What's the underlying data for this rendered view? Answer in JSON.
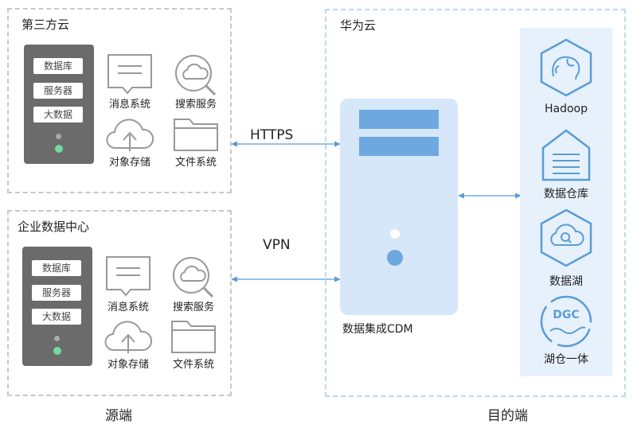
{
  "source": {
    "third_party": {
      "title": "第三方云",
      "server_items": [
        "数据库",
        "服务器",
        "大数据"
      ],
      "messaging": "消息系统",
      "search": "搜索服务",
      "object_storage": "对象存储",
      "file_system": "文件系统"
    },
    "enterprise": {
      "title": "企业数据中心",
      "server_items": [
        "数据库",
        "服务器",
        "大数据"
      ],
      "messaging": "消息系统",
      "search": "搜索服务",
      "object_storage": "对象存储",
      "file_system": "文件系统"
    },
    "footer": "源端"
  },
  "links": {
    "https": "HTTPS",
    "vpn": "VPN"
  },
  "huawei": {
    "title": "华为云",
    "cdm": "数据集成CDM",
    "destinations": {
      "hadoop": "Hadoop",
      "warehouse": "数据仓库",
      "lake": "数据湖",
      "lakehouse": "湖仓一体",
      "dgc_logo": "DGC"
    },
    "footer": "目的端"
  },
  "colors": {
    "accent_blue": "#5b9bd5",
    "panel": "#e6f1fc",
    "server_gray": "#6b6b6b",
    "status_green": "#6fdba0"
  }
}
